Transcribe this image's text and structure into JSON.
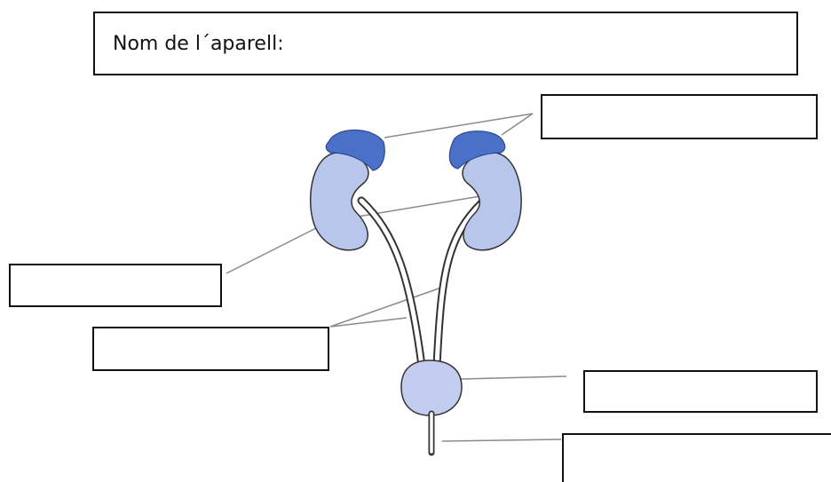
{
  "worksheet": {
    "title_label": "Nom de l´aparell:",
    "answer_boxes": [
      {
        "id": "top-right",
        "text": ""
      },
      {
        "id": "left",
        "text": ""
      },
      {
        "id": "middle-left",
        "text": ""
      },
      {
        "id": "bladder-right",
        "text": ""
      },
      {
        "id": "bottom-right",
        "text": ""
      }
    ]
  },
  "colors": {
    "kidney_fill": "#b9c6ec",
    "adrenal_fill": "#4a70c9",
    "bladder_fill": "#c2cdef",
    "outline": "#333333",
    "leader_line": "#8a8a8a"
  }
}
